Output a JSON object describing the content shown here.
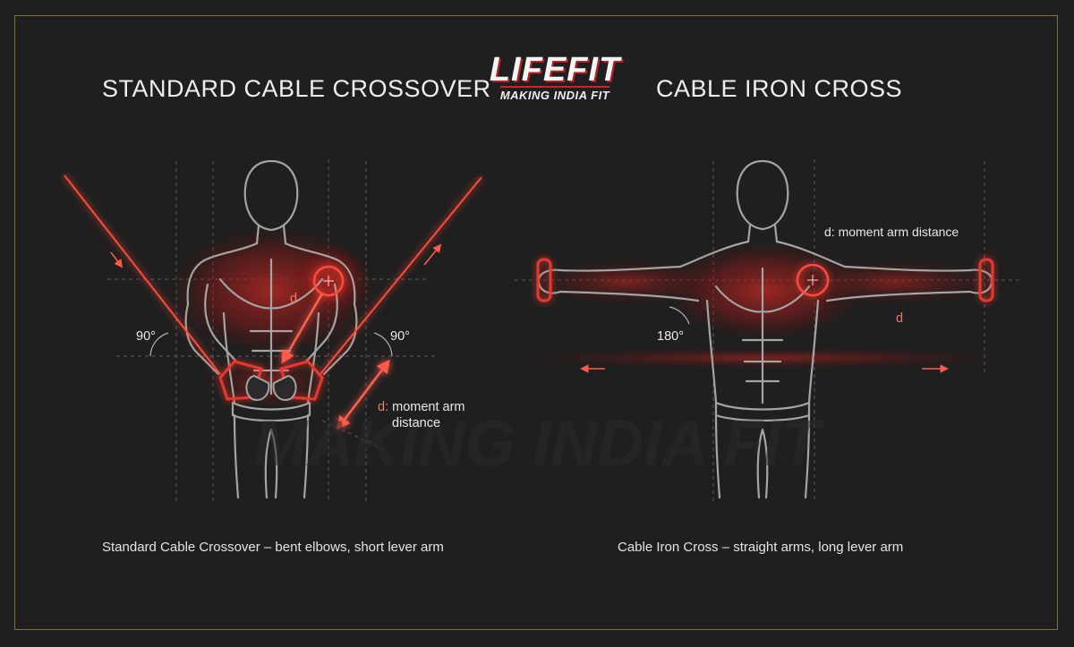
{
  "titles": {
    "left": "STANDARD CABLE CROSSOVER",
    "right": "CABLE IRON CROSS"
  },
  "logo": {
    "main": "LIFEFIT",
    "tagline": "MAKING INDIA FIT"
  },
  "watermark": "MAKING INDIA FIT",
  "left_figure": {
    "angle_left": "90°",
    "angle_right": "90°",
    "d_marker": "d",
    "moment_prefix": "d:",
    "moment_text": "moment arm",
    "moment_text_line2": "distance"
  },
  "right_figure": {
    "moment_label": "d: moment arm distance",
    "angle": "180°",
    "d_marker": "d"
  },
  "captions": {
    "left": "Standard Cable Crossover – bent elbows, short lever arm",
    "right": "Cable Iron Cross – straight arms, long lever arm"
  },
  "colors": {
    "background": "#1f1f1f",
    "frame": "#8a6f3e",
    "accent_red": "#e8382e",
    "outline": "#9a9a9a"
  }
}
